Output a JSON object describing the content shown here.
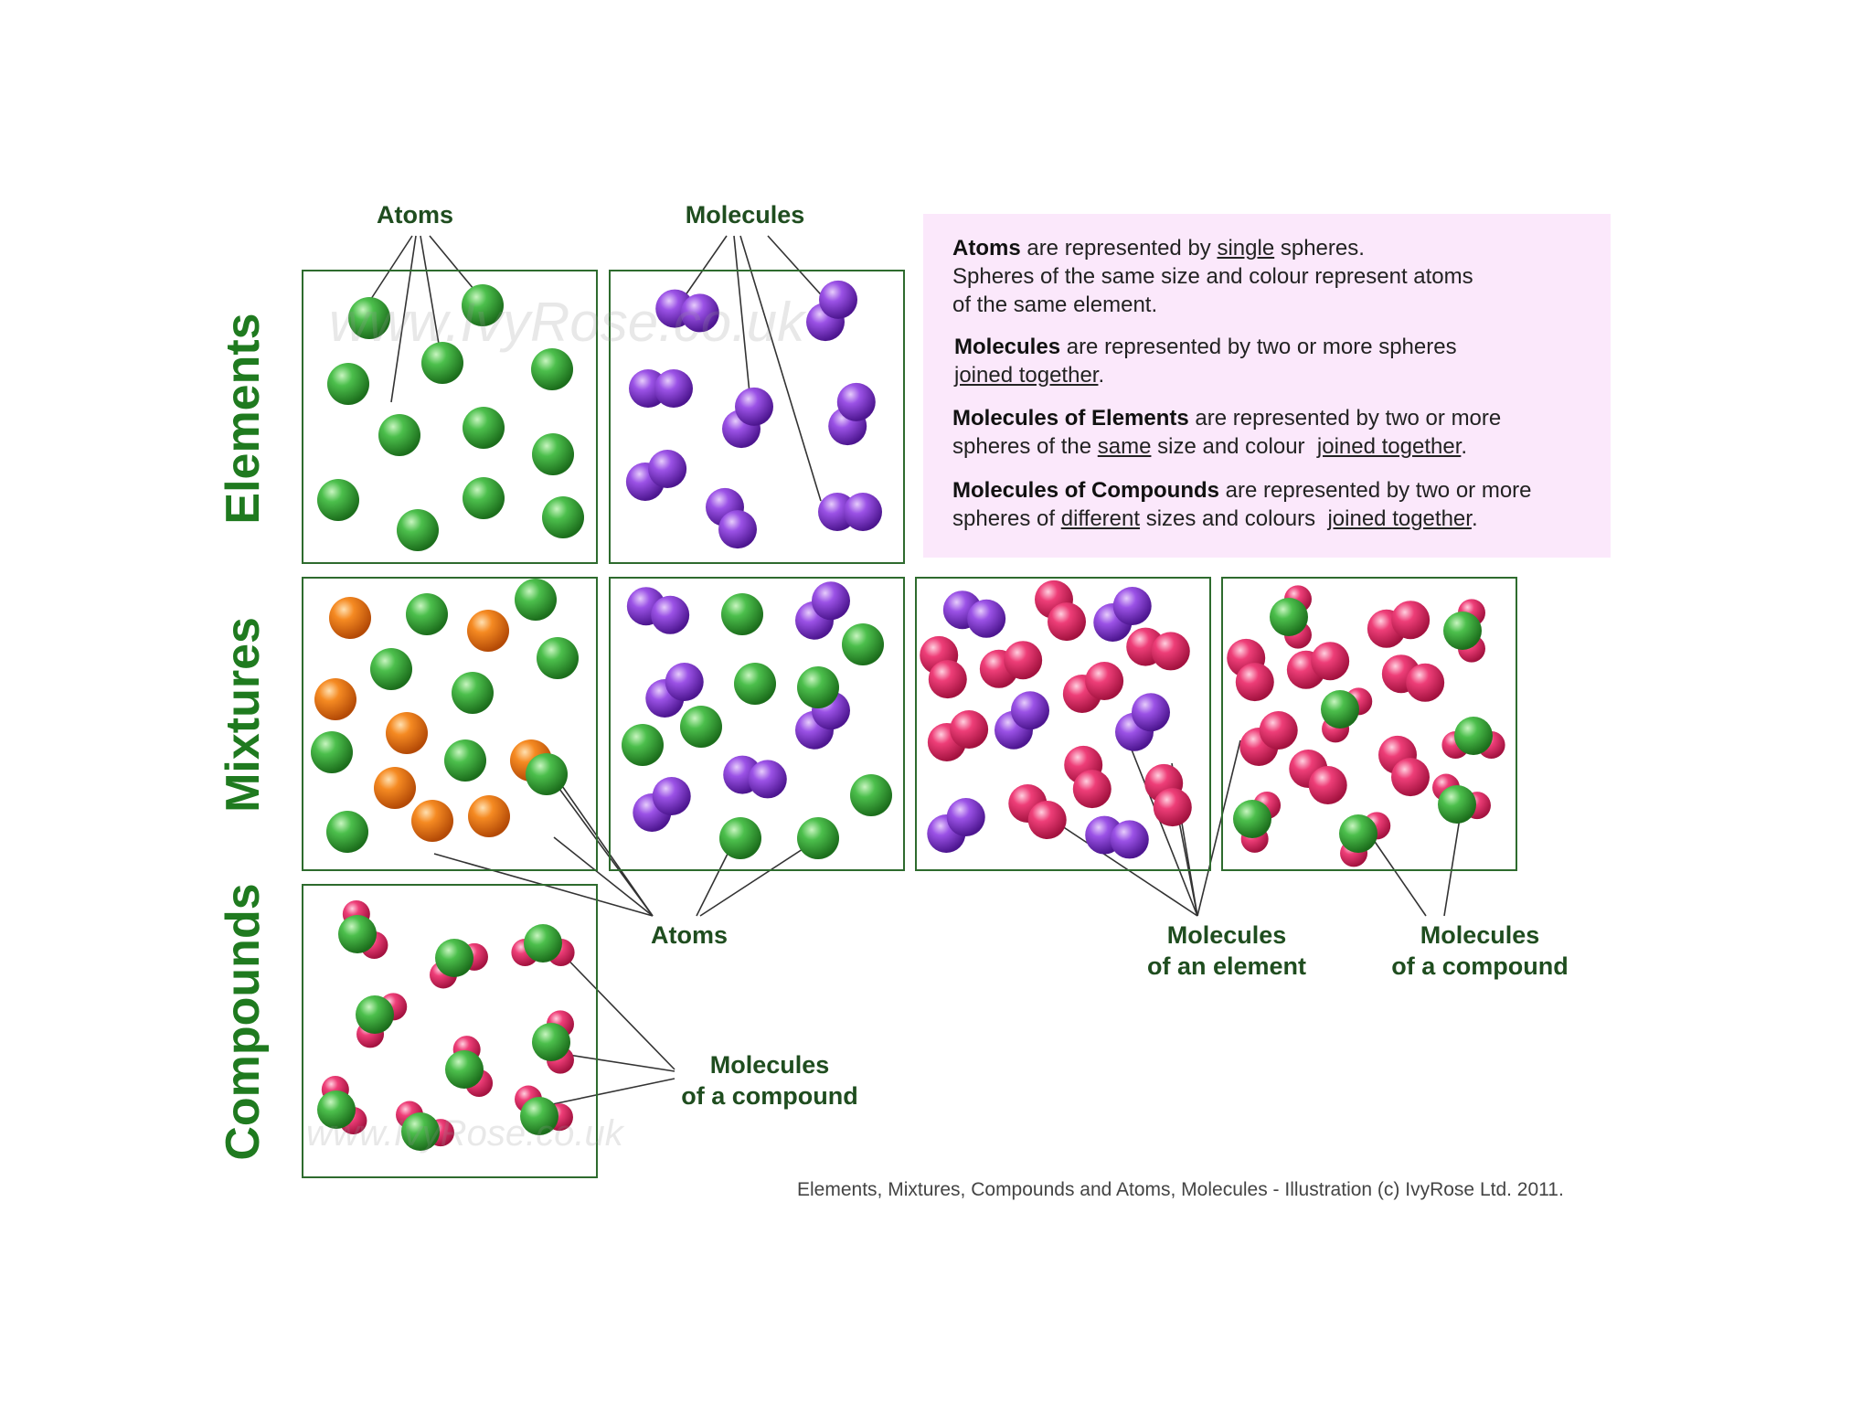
{
  "rows": {
    "elements": "Elements",
    "mixtures": "Mixtures",
    "compounds": "Compounds"
  },
  "labels": {
    "atoms_top": "Atoms",
    "molecules_top": "Molecules",
    "atoms_mid": "Atoms",
    "molecules_element_1": "Molecules",
    "molecules_element_2": "of an element",
    "molecules_compound_1": "Molecules",
    "molecules_compound_2": "of a compound",
    "compound_lower_1": "Molecules",
    "compound_lower_2": "of a compound"
  },
  "info": {
    "p1_bold": "Atoms",
    "p1_a": " are represented by ",
    "p1_u": "single",
    "p1_b": " spheres.",
    "p1_line2": "Spheres of the same size and colour represent atoms",
    "p1_line3": "of the same element.",
    "p2_bold": "Molecules",
    "p2_a": " are represented by two or more spheres",
    "p2_u": "joined together",
    "p2_b": ".",
    "p3_bold": "Molecules of Elements",
    "p3_a": " are represented by two or more",
    "p3_b": "spheres of the ",
    "p3_u1": "same",
    "p3_c": " size and colour  ",
    "p3_u2": "joined together",
    "p3_d": ".",
    "p4_bold": "Molecules of Compounds",
    "p4_a": " are represented by two or more",
    "p4_b": "spheres of ",
    "p4_u1": "different",
    "p4_c": " sizes and colours  ",
    "p4_u2": "joined together",
    "p4_d": "."
  },
  "watermarks": {
    "top": "www.IvyRose.co.uk",
    "bottom": "www.IvyRose.co.uk"
  },
  "credit": "Elements, Mixtures, Compounds and Atoms, Molecules - Illustration (c) IvyRose Ltd. 2011.",
  "colors": {
    "green_atom": "#3aa63a",
    "purple_atom": "#8a3fd6",
    "orange_atom": "#f07a18",
    "pink_atom": "#e8306e",
    "box_border": "#2e6b2e",
    "row_label": "#1f7a1f",
    "info_bg": "#fbe8fb"
  }
}
